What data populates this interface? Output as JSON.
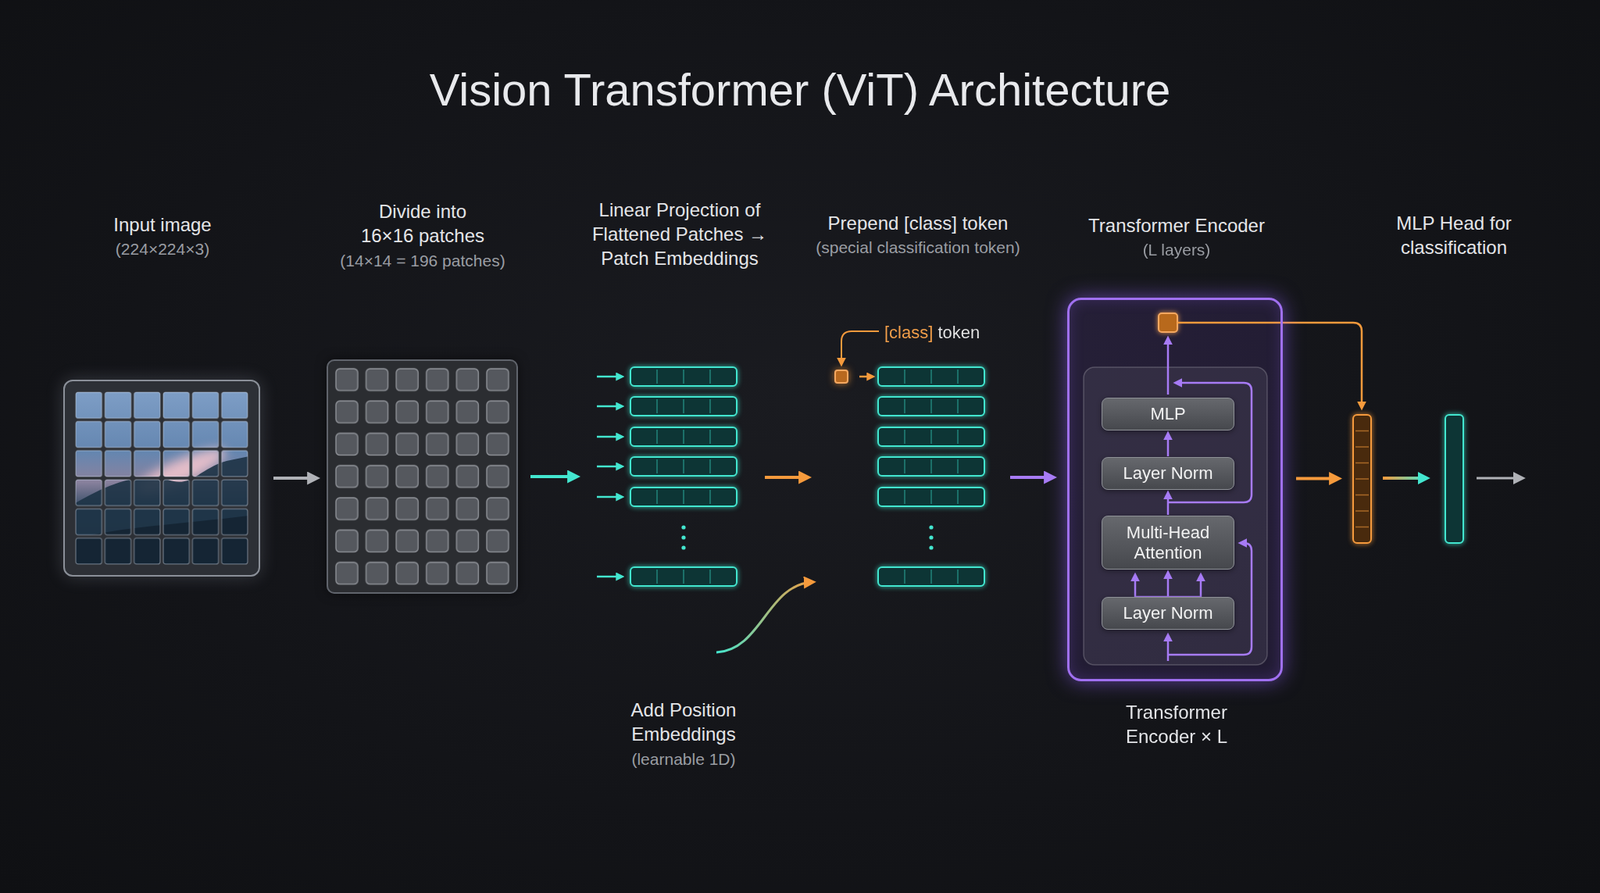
{
  "diagram": {
    "title": "Vision Transformer (ViT) Architecture",
    "nodes": [
      {
        "text": [
          "Input image",
          "(224×224×3)"
        ]
      },
      {
        "text": [
          "Divide into 16×16 patches",
          "(14×14 = 196 patches)"
        ]
      },
      {
        "text": [
          "Linear Projection of Flattened Patches → Patch Embeddings"
        ]
      },
      {
        "text": [
          "Prepend [class] token",
          "(special classification token)"
        ]
      },
      {
        "text": [
          "[class] token"
        ]
      },
      {
        "text": [
          "Transformer Encoder",
          "(L layers)",
          "Transformer Encoder × L"
        ]
      },
      {
        "text": [
          "MLP"
        ],
        "in": 5
      },
      {
        "text": [
          "Layer Norm"
        ],
        "in": 5
      },
      {
        "text": [
          "Multi-Head Attention"
        ],
        "in": 5
      },
      {
        "text": [
          "Layer Norm"
        ],
        "in": 5
      },
      {
        "text": [
          "MLP Head for classification"
        ]
      }
    ],
    "edges": [
      {
        "from": 0,
        "to": 1,
        "arrow": "to"
      },
      {
        "from": 1,
        "to": 2,
        "arrow": "to"
      },
      {
        "from": 2,
        "to": 3,
        "arrow": "to"
      },
      {
        "from": 4,
        "to": 3,
        "arrow": "to"
      },
      {
        "from": 3,
        "to": 5,
        "arrow": "to"
      },
      {
        "from": 9,
        "to": 8,
        "arrow": "to"
      },
      {
        "from": 8,
        "to": 7,
        "arrow": "to"
      },
      {
        "from": 7,
        "to": 6,
        "arrow": "to"
      },
      {
        "from": 5,
        "to": 10,
        "arrow": "to"
      }
    ],
    "labels": [
      "Add Position Embeddings",
      "(learnable 1D)"
    ]
  }
}
